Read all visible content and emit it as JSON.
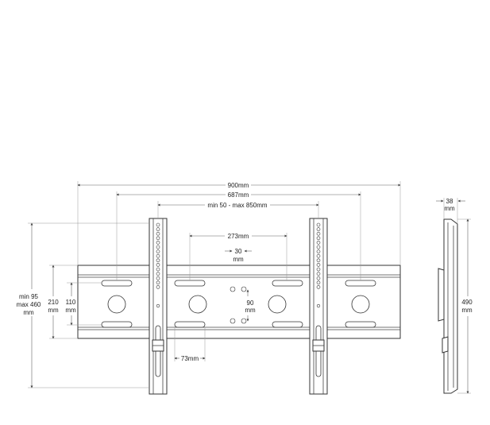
{
  "front_view": {
    "dim_overall_width": "900mm",
    "dim_outer_slot_span": "687mm",
    "dim_arm_spacing": "min 50 - max 850mm",
    "dim_inner_slot_span": "273mm",
    "dim_center_hole_h": "30",
    "dim_center_hole_h_unit": "mm",
    "dim_center_hole_v": "90",
    "dim_center_hole_v_unit": "mm",
    "dim_arm_height_line1": "min 95",
    "dim_arm_height_line2": "max 460",
    "dim_arm_height_line3": "mm",
    "dim_plate_height": "210",
    "dim_plate_height_unit": "mm",
    "dim_slot_span_v": "110",
    "dim_slot_span_v_unit": "mm",
    "dim_slot_offset": "73mm"
  },
  "side_view": {
    "dim_depth": "38",
    "dim_depth_unit": "mm",
    "dim_height": "490",
    "dim_height_unit": "mm"
  }
}
